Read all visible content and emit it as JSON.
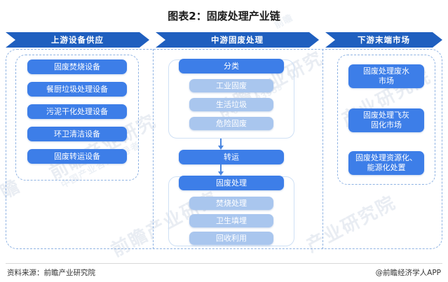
{
  "title": "图表2：固废处理产业链",
  "columns": [
    {
      "key": "upstream",
      "header": "上游设备供应",
      "items": [
        {
          "label": "固废焚烧设备"
        },
        {
          "label": "餐厨垃圾处理设备"
        },
        {
          "label": "污泥干化处理设备"
        },
        {
          "label": "环卫清洁设备"
        },
        {
          "label": "固废转运设备"
        }
      ]
    },
    {
      "key": "midstream",
      "header": "中游固废处理",
      "group_classify_title": "分类",
      "group_classify_items": [
        {
          "label": "工业固废"
        },
        {
          "label": "生活垃圾"
        },
        {
          "label": "危险固废"
        }
      ],
      "transfer_title": "转运",
      "group_treat_title": "固废处理",
      "group_treat_items": [
        {
          "label": "焚烧处理"
        },
        {
          "label": "卫生填埋"
        },
        {
          "label": "回收利用"
        }
      ]
    },
    {
      "key": "downstream",
      "header": "下游末端市场",
      "items": [
        {
          "label": "固废处理废水\n市场"
        },
        {
          "label": "固废处理飞灰\n固化市场"
        },
        {
          "label": "固废处理资源化、\n能源化处置"
        }
      ]
    }
  ],
  "footer": {
    "source": "资料来源：前瞻产业研究院",
    "brand": "@前瞻经济学人APP"
  },
  "watermarks": [
    "前瞻产业研究院",
    "产业研究",
    "前瞻",
    "产业研究院"
  ],
  "colors": {
    "header_blue": "#1F5FBF",
    "box_blue": "#3d7ee8",
    "box_light_blue": "#a9c6ee",
    "dashed_border": "#8fb3e3",
    "connector": "#4a86e0"
  }
}
